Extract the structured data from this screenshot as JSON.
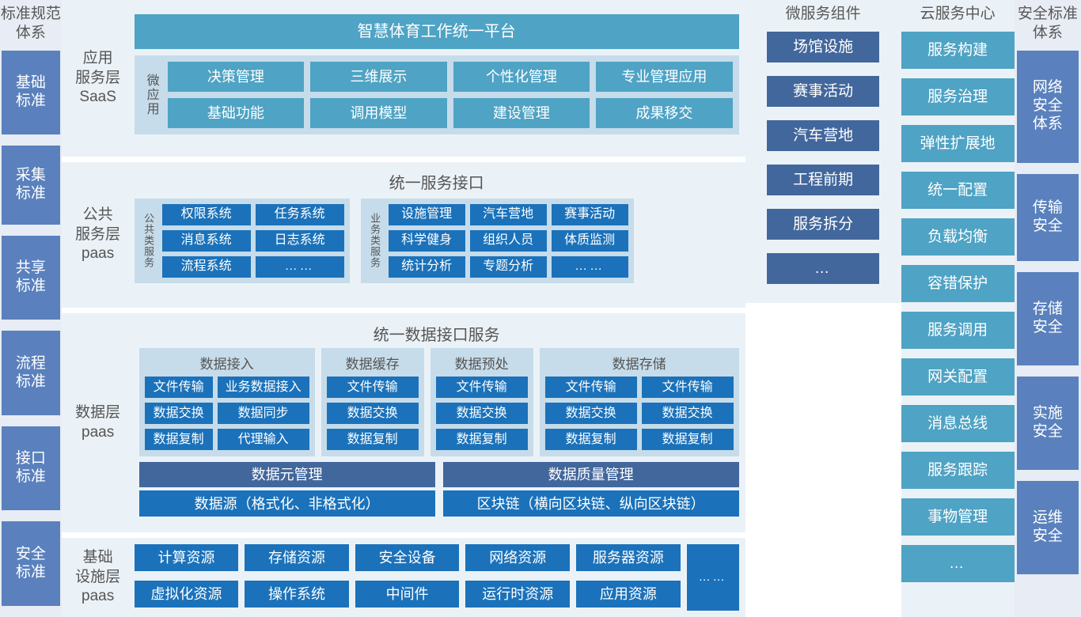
{
  "left_column": {
    "title": "标准规范\n体系",
    "title_lines": [
      "标准规范",
      "体系"
    ],
    "items": [
      {
        "label": "基础\n标准",
        "lines": [
          "基础",
          "标准"
        ],
        "height": 110
      },
      {
        "label": "采集\n标准",
        "lines": [
          "采集",
          "标准"
        ],
        "height": 103
      },
      {
        "label": "共享\n标准",
        "lines": [
          "共享",
          "标准"
        ],
        "height": 110
      },
      {
        "label": "流程\n标准",
        "lines": [
          "流程",
          "标准"
        ],
        "height": 110
      },
      {
        "label": "接口\n标准",
        "lines": [
          "接口",
          "标准"
        ],
        "height": 110
      },
      {
        "label": "安全\n标准",
        "lines": [
          "安全",
          "标准"
        ],
        "height": 110
      }
    ],
    "color": "#5A81BD"
  },
  "application_layer": {
    "layer_label_lines": [
      "应用",
      "服务层",
      "SaaS"
    ],
    "platform_bar": "智慧体育工作统一平台",
    "vertical_label": "微应用",
    "apps_row1": [
      "决策管理",
      "三维展示",
      "个性化管理",
      "专业管理应用"
    ],
    "apps_row2": [
      "基础功能",
      "调用模型",
      "建设管理",
      "成果移交"
    ],
    "color": "#4FA3C4"
  },
  "public_service_layer": {
    "layer_label_lines": [
      "公共",
      "服务层",
      "paas"
    ],
    "header_bar": "统一服务接口",
    "group_common": {
      "vertical_label": "公共类服务",
      "items": [
        "权限系统",
        "任务系统",
        "消息系统",
        "日志系统",
        "流程系统",
        "……"
      ]
    },
    "group_business": {
      "vertical_label": "业务类服务",
      "items": [
        "设施管理",
        "汽车营地",
        "赛事活动",
        "科学健身",
        "组织人员",
        "体质监测",
        "统计分析",
        "专题分析",
        "……"
      ]
    },
    "color": "#1B72BA"
  },
  "data_layer": {
    "layer_label_lines": [
      "数据层",
      "paas"
    ],
    "header_bar": "统一数据接口服务",
    "columns": [
      {
        "title": "数据接入",
        "items": [
          "文件传输",
          "业务数据接入",
          "数据交换",
          "数据同步",
          "数据复制",
          "代理输入"
        ]
      },
      {
        "title": "数据缓存",
        "items": [
          "文件传输",
          "数据交换",
          "数据复制"
        ]
      },
      {
        "title": "数据预处",
        "items": [
          "文件传输",
          "数据交换",
          "数据复制"
        ]
      },
      {
        "title": "数据存储",
        "items": [
          "文件传输",
          "文件传输",
          "数据交换",
          "数据交换",
          "数据复制",
          "数据复制"
        ]
      }
    ],
    "management": [
      {
        "top": "数据元管理",
        "bottom": "数据源（格式化、非格式化）"
      },
      {
        "top": "数据质量管理",
        "bottom": "区块链（横向区块链、纵向区块链）"
      }
    ],
    "color_block": "#1B72BA",
    "color_mgmt": "#42679C"
  },
  "infrastructure_layer": {
    "layer_label_lines": [
      "基础",
      "设施层",
      "paas"
    ],
    "row1": [
      "计算资源",
      "存储资源",
      "安全设备",
      "网络资源",
      "服务器资源"
    ],
    "row2": [
      "虚拟化资源",
      "操作系统",
      "中间件",
      "运行时资源",
      "应用资源"
    ],
    "more": "……",
    "color": "#1B72BA"
  },
  "microservice_column": {
    "title": "微服务组件",
    "items": [
      "场馆设施",
      "赛事活动",
      "汽车营地",
      "工程前期",
      "服务拆分",
      "…"
    ],
    "color": "#42679C"
  },
  "cloud_column": {
    "title": "云服务中心",
    "items": [
      "服务构建",
      "服务治理",
      "弹性扩展地",
      "统一配置",
      "负载均衡",
      "容错保护",
      "服务调用",
      "网关配置",
      "消息总线",
      "服务跟踪",
      "事物管理",
      "…"
    ],
    "color": "#4FA3C4"
  },
  "security_column": {
    "title_lines": [
      "安全标准",
      "体系"
    ],
    "items": [
      {
        "lines": [
          "网络",
          "安全",
          "体系"
        ],
        "height": 142
      },
      {
        "lines": [
          "传输",
          "安全"
        ],
        "height": 110
      },
      {
        "lines": [
          "存储",
          "安全"
        ],
        "height": 118
      },
      {
        "lines": [
          "实施",
          "安全"
        ],
        "height": 118
      },
      {
        "lines": [
          "运维",
          "安全"
        ],
        "height": 118
      }
    ],
    "color": "#5A81BD"
  }
}
